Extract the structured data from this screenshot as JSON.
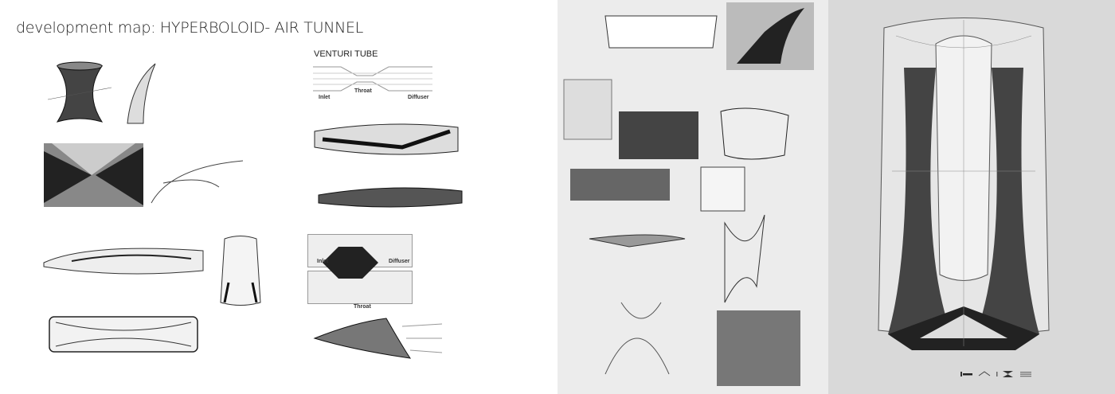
{
  "title": "development map: HYPERBOLOID- AIR TUNNEL",
  "venturi": {
    "heading": "VENTURI TUBE",
    "inlet": "Inlet",
    "throat": "Throat",
    "diffuser": "Diffuser"
  },
  "venturi_second": {
    "inlet": "Inlet",
    "throat": "Throat",
    "diffuser": "Diffuser"
  },
  "logo": {
    "glyphs": "I-^-I-X-≡",
    "colors": {
      "left_bg": "#ffffff",
      "middle_bg": "#ececec",
      "right_bg": "#d9d9d9"
    }
  }
}
